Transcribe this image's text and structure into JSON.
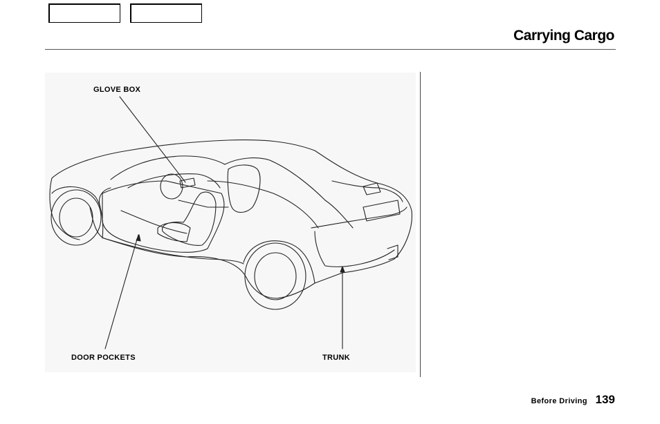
{
  "header": {
    "nav_buttons": [
      "",
      ""
    ],
    "title": "Carrying Cargo"
  },
  "figure": {
    "labels": {
      "glove_box": "GLOVE BOX",
      "door_pockets": "DOOR POCKETS",
      "trunk": "TRUNK"
    }
  },
  "footer": {
    "section": "Before Driving",
    "page": "139"
  }
}
